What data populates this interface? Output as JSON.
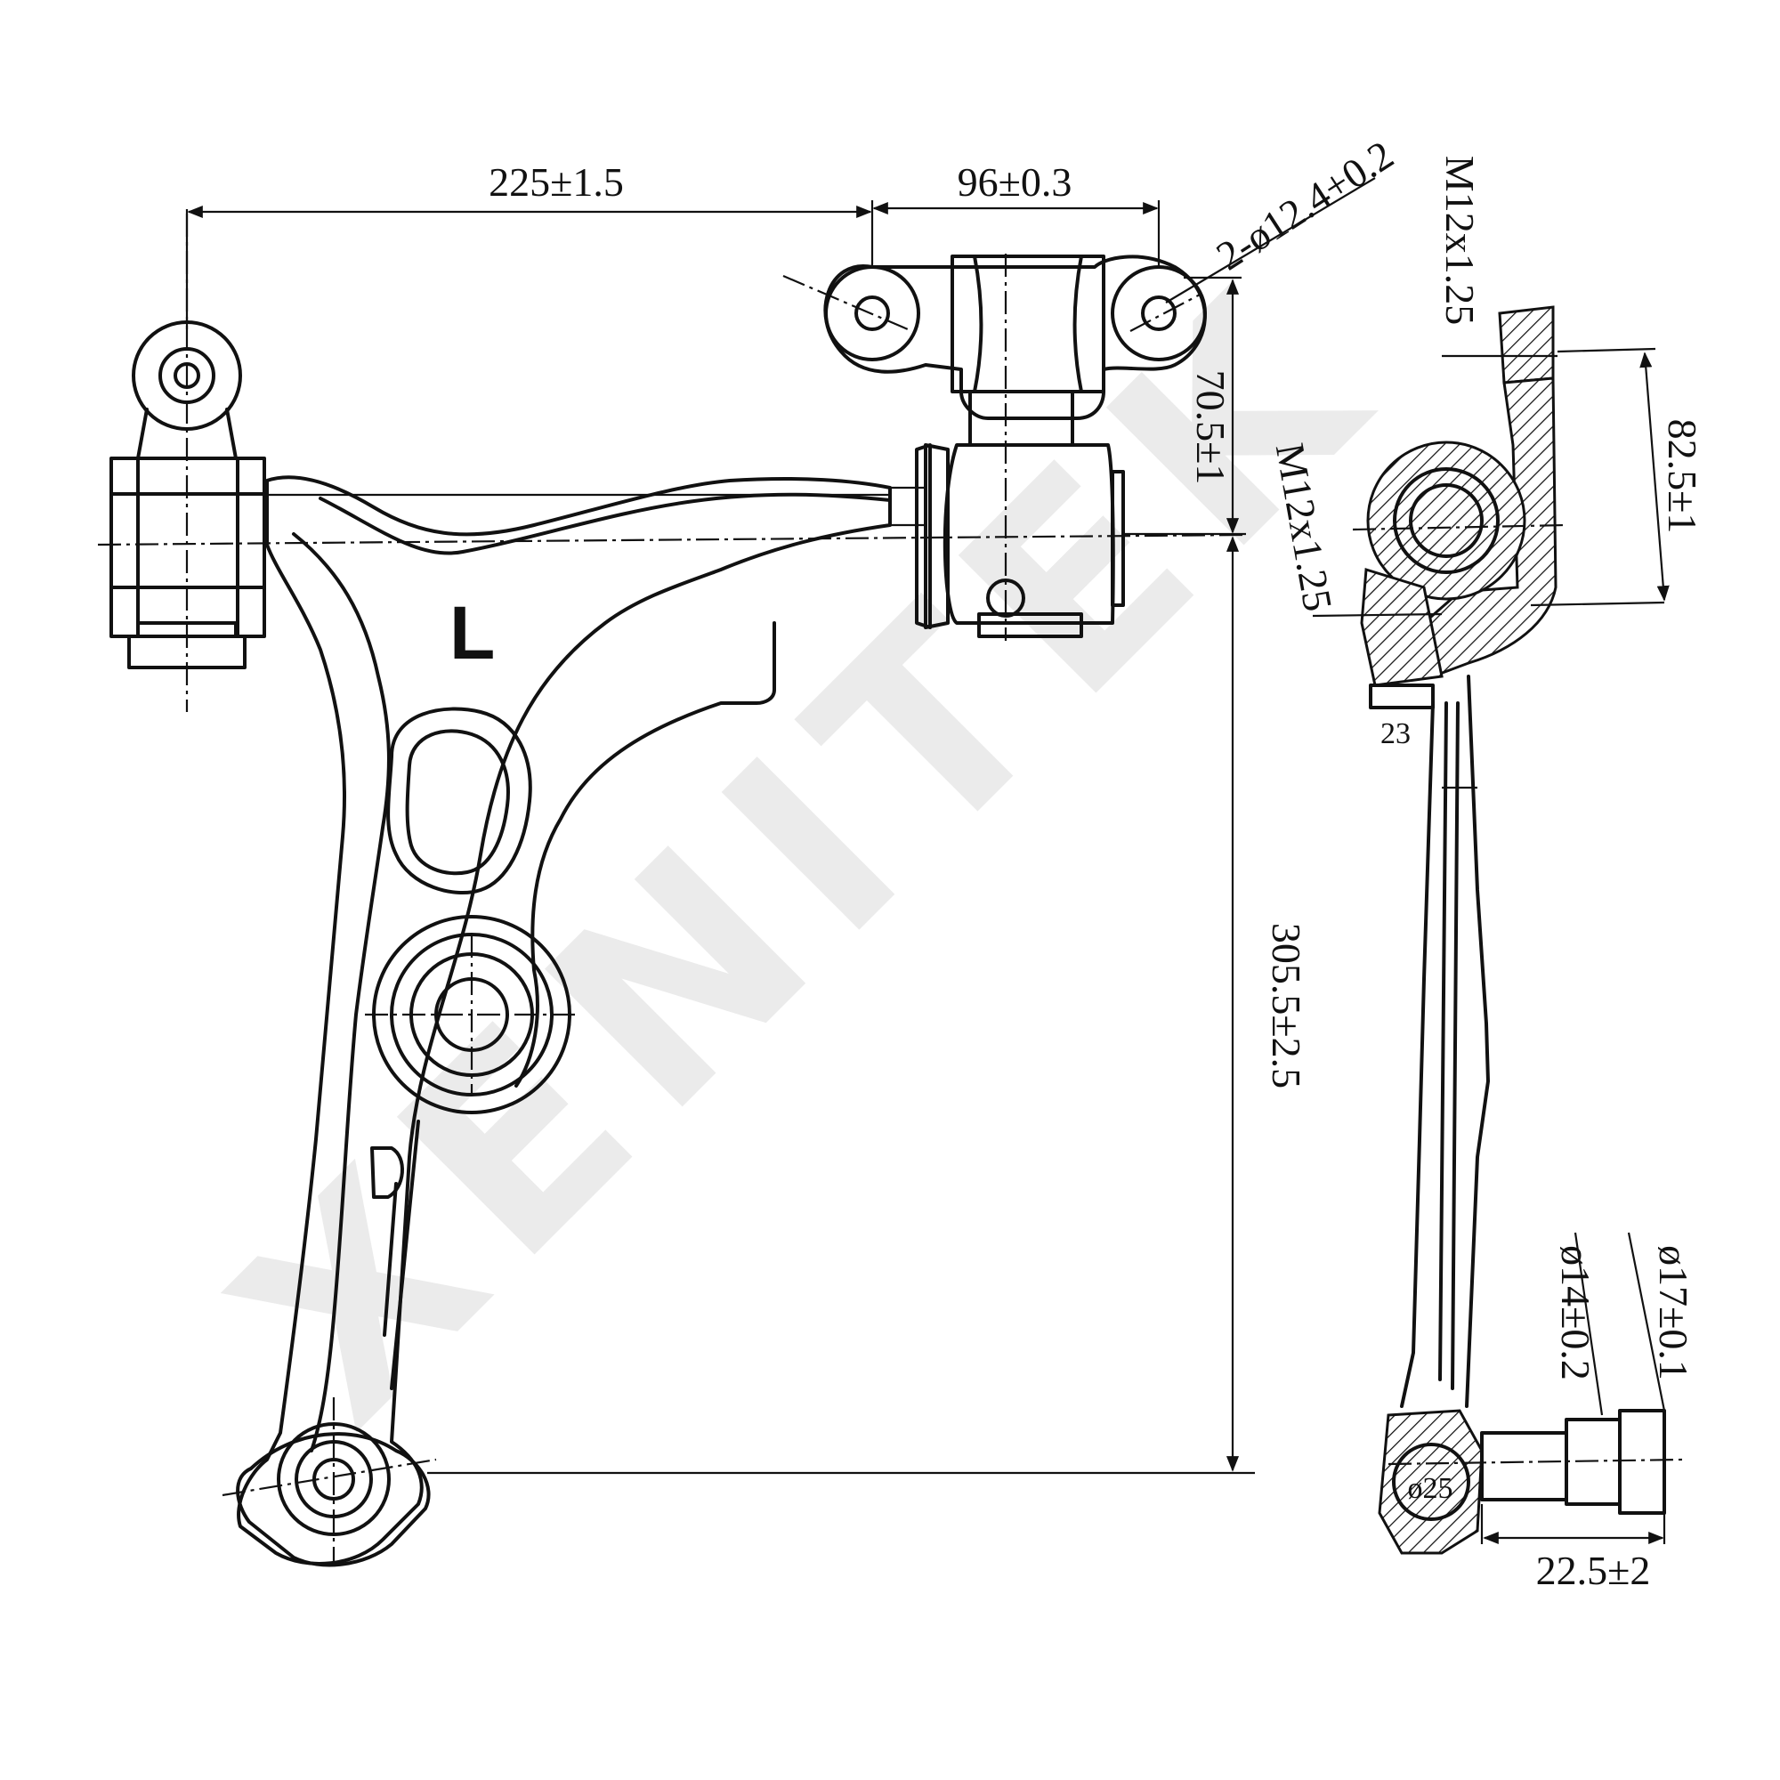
{
  "watermark": "XENITEK",
  "side_label": "L",
  "dimensions": {
    "pivot_to_mount": "225±1.5",
    "mount_hole_spacing": "96±0.3",
    "mount_holes": "2-ø12.4+0.2",
    "thread_top": "M12x1.25",
    "thread_mid": "M12x1.25",
    "mount_offset": "70.5±1",
    "side_height": "82.5±1",
    "width_23": "23",
    "overall_length": "305.5±2.5",
    "stud_dia_14": "ø14±0.2",
    "stud_dia_17": "ø17±0.1",
    "ball_dia": "ø25",
    "stud_length": "22.5±2"
  }
}
